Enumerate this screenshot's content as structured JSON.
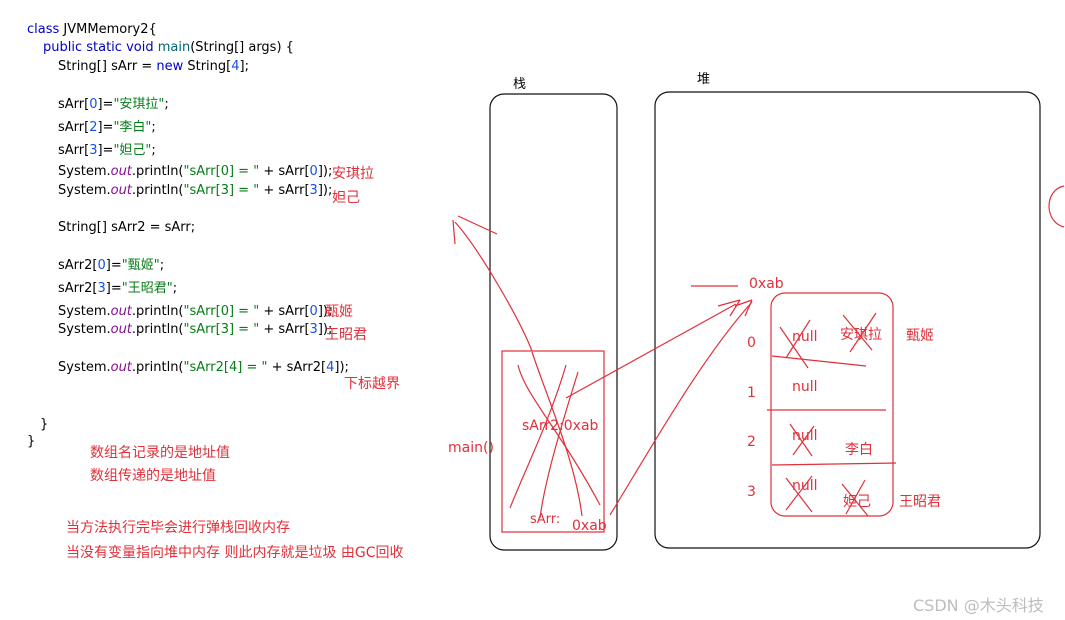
{
  "code": {
    "class_line": {
      "kw": "class",
      "name": " JVMMemory2{"
    },
    "main_line": {
      "kw": "public static void ",
      "fn": "main",
      "rest": "(String[] args) {"
    },
    "new_line": {
      "a": "String[] sArr = ",
      "kw": "new",
      "b": " String[",
      "num": "4",
      "c": "];"
    },
    "assign1": {
      "a": "sArr[",
      "num": "0",
      "b": "]=",
      "str": "\"安琪拉\"",
      "c": ";"
    },
    "assign2": {
      "a": "sArr[",
      "num": "2",
      "b": "]=",
      "str": "\"李白\"",
      "c": ";"
    },
    "assign3": {
      "a": "sArr[",
      "num": "3",
      "b": "]=",
      "str": "\"妲己\"",
      "c": ";"
    },
    "print1": {
      "a": "System.",
      "out": "out",
      "b": ".println(",
      "str": "\"sArr[0] = \"",
      "c": " + sArr[",
      "num": "0",
      "d": "]);"
    },
    "print2": {
      "a": "System.",
      "out": "out",
      "b": ".println(",
      "str": "\"sArr[3] = \"",
      "c": " + sArr[",
      "num": "3",
      "d": "]);"
    },
    "copy_line": "String[] sArr2 = sArr;",
    "assign4": {
      "a": "sArr2[",
      "num": "0",
      "b": "]=",
      "str": "\"甄姬\"",
      "c": ";"
    },
    "assign5": {
      "a": "sArr2[",
      "num": "3",
      "b": "]=",
      "str": "\"王昭君\"",
      "c": ";"
    },
    "print3": {
      "a": "System.",
      "out": "out",
      "b": ".println(",
      "str": "\"sArr[0] = \"",
      "c": " + sArr[",
      "num": "0",
      "d": "]);"
    },
    "print4": {
      "a": "System.",
      "out": "out",
      "b": ".println(",
      "str": "\"sArr[3] = \"",
      "c": " + sArr[",
      "num": "3",
      "d": "]);"
    },
    "print5": {
      "a": "System.",
      "out": "out",
      "b": ".println(",
      "str": "\"sArr2[4] = \"",
      "c": " + sArr2[",
      "num": "4",
      "d": "]);"
    },
    "close1": "}",
    "close2": "}"
  },
  "notes": {
    "out1": "安琪拉",
    "out2": "妲己",
    "out3": "甄姬",
    "out4": "王昭君",
    "out5": "下标越界",
    "remark1": "数组名记录的是地址值",
    "remark2": "数组传递的是地址值",
    "remark3": "当方法执行完毕会进行弹栈回收内存",
    "remark4": "当没有变量指向堆中内存 则此内存就是垃圾 由GC回收"
  },
  "stack": {
    "title": "栈",
    "frame_label": "main()",
    "var1": "sArr2:0xab",
    "var2": "sArr:",
    "var2_addr": "0xab"
  },
  "heap": {
    "title": "堆",
    "address": "0xab",
    "indices": [
      "0",
      "1",
      "2",
      "3"
    ],
    "cells": [
      {
        "initial": "null",
        "value": "安琪拉",
        "later": "甄姬"
      },
      {
        "initial": "null",
        "value": "",
        "later": ""
      },
      {
        "initial": "null",
        "value": "李白",
        "later": ""
      },
      {
        "initial": "null",
        "value": "妲己",
        "later": "王昭君"
      }
    ]
  },
  "watermark": "CSDN @木头科技",
  "colors": {
    "ink": "#e0303a",
    "code_keyword": "#0000c8",
    "code_string": "#067d17",
    "code_number": "#1750eb",
    "code_field": "#871094"
  }
}
